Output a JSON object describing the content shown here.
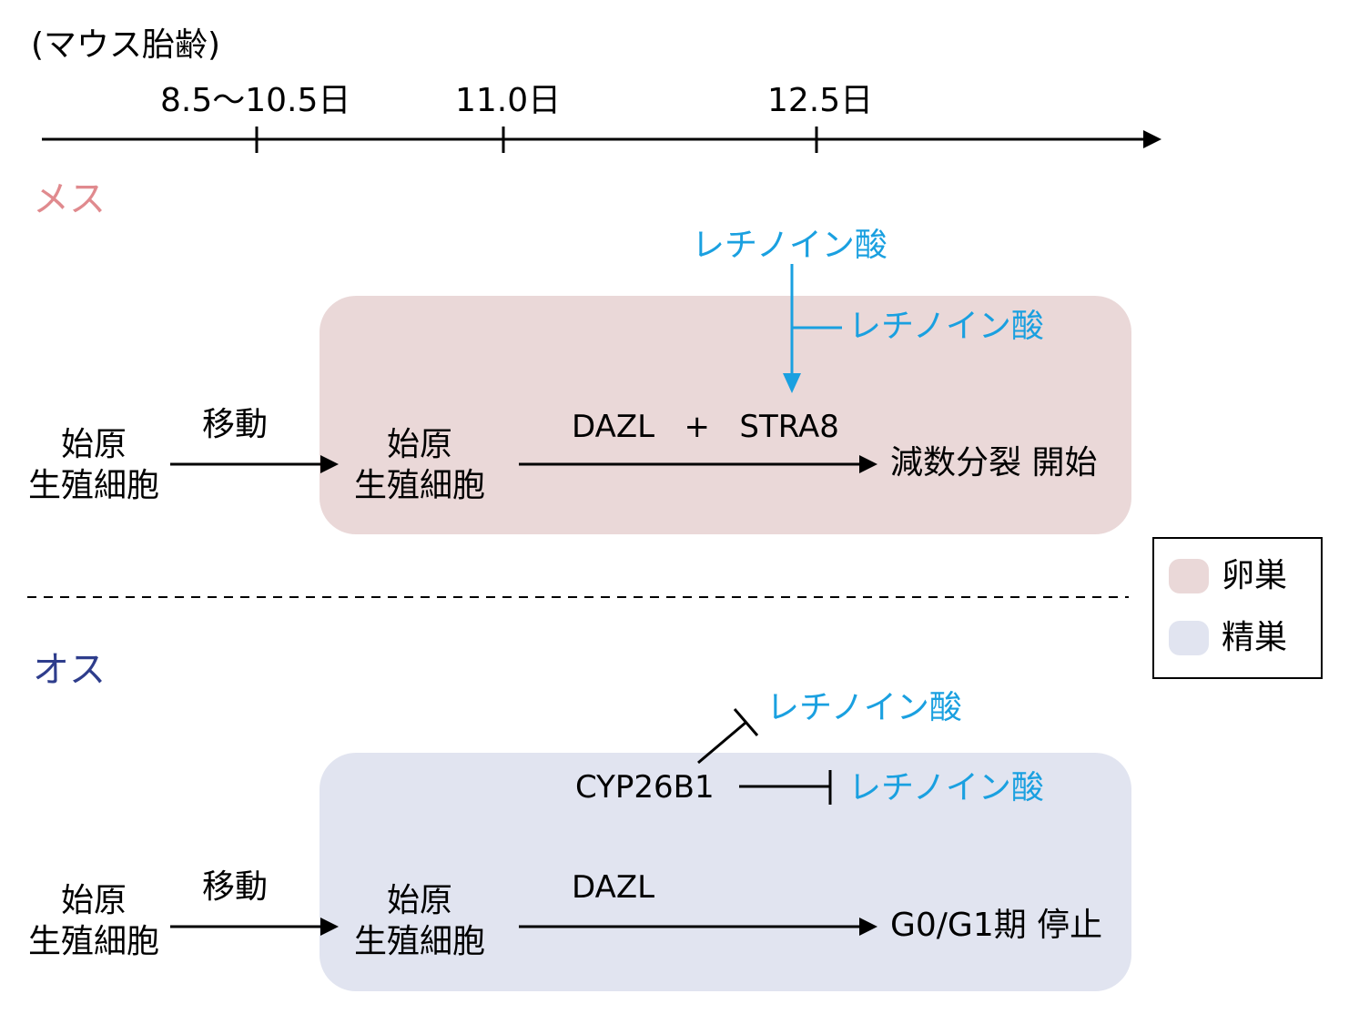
{
  "timeline": {
    "label": "(マウス胎齢)",
    "ticks": [
      "8.5〜10.5日",
      "11.0日",
      "12.5日"
    ]
  },
  "female": {
    "label": "メス",
    "cell_left": [
      "始原",
      "生殖細胞"
    ],
    "migration": "移動",
    "cell_right": [
      "始原",
      "生殖細胞"
    ],
    "factors": "DAZL   +   STRA8",
    "outcome": "減数分裂 開始",
    "ra_top": "レチノイン酸",
    "ra_side": "レチノイン酸"
  },
  "male": {
    "label": "オス",
    "cell_left": [
      "始原",
      "生殖細胞"
    ],
    "migration": "移動",
    "cell_right": [
      "始原",
      "生殖細胞"
    ],
    "enzyme": "CYP26B1",
    "ra_top": "レチノイン酸",
    "ra_side": "レチノイン酸",
    "factors": "DAZL",
    "outcome": "G0/G1期 停止"
  },
  "legend": {
    "items": [
      {
        "label": "卵巣",
        "color": "#ead8d8"
      },
      {
        "label": "精巣",
        "color": "#e1e4f0"
      }
    ]
  },
  "colors": {
    "retinoic_acid": "#1aa0e0",
    "female": "#e08a8e",
    "male": "#2e3d8c",
    "ovary_bg": "#ead8d8",
    "testis_bg": "#e1e4f0"
  }
}
